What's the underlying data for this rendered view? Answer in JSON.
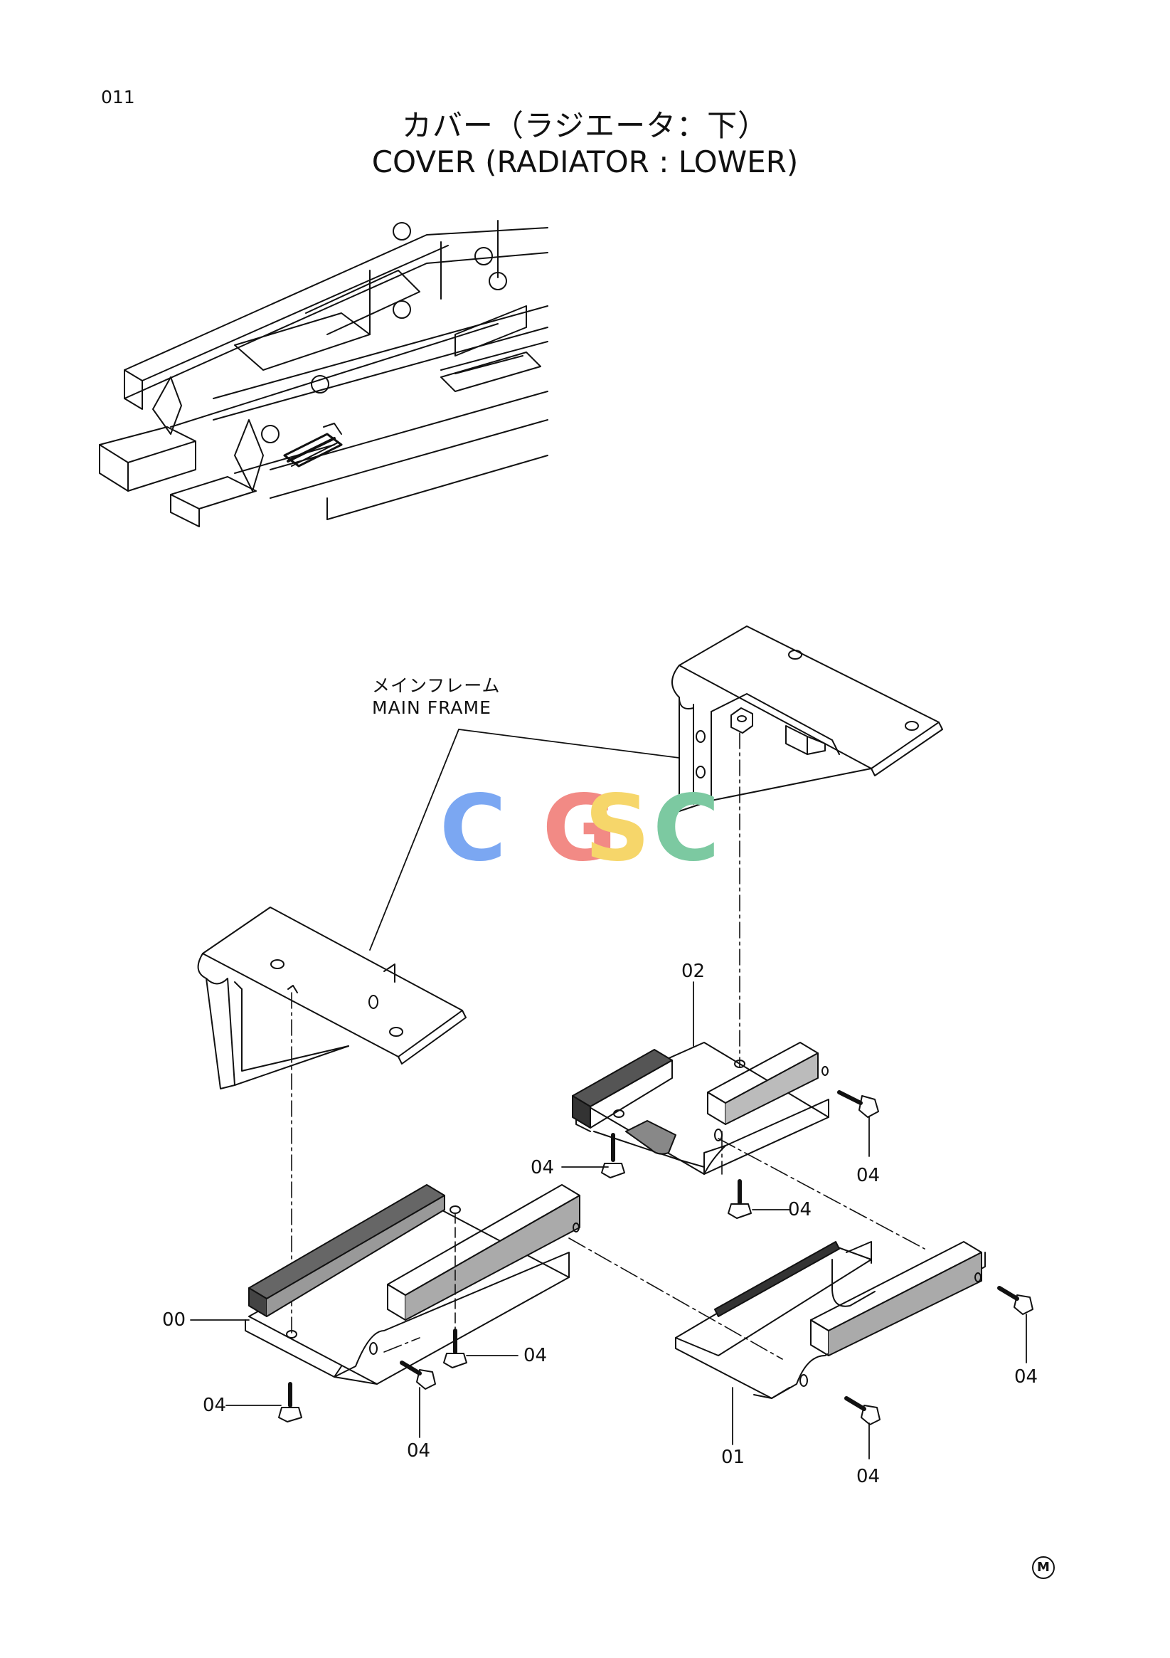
{
  "page": {
    "number": "011"
  },
  "title": {
    "japanese": "カバー（ラジエータ：下）",
    "english": "COVER (RADIATOR : LOWER)"
  },
  "callouts": {
    "main_frame_jp": "メインフレーム",
    "main_frame_en": "MAIN FRAME",
    "part_00": "00",
    "part_01": "01",
    "part_02": "02",
    "part_04": "04"
  },
  "watermark": "CGSC",
  "footer_mark": "M",
  "colors": {
    "watermark_c1": "#7BA7F2",
    "watermark_g": "#F28A85",
    "watermark_s": "#F6D66A",
    "watermark_c2": "#7CC9A1",
    "line": "#111111"
  }
}
